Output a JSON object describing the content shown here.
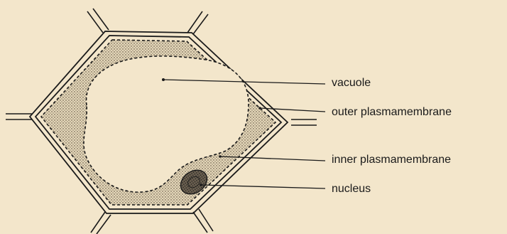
{
  "labels": {
    "vacuole": "vacuole",
    "outer_membrane": "outer plasmamembrane",
    "inner_membrane": "inner plasmamembrane",
    "nucleus": "nucleus"
  },
  "colors": {
    "background": "#f3e6cb",
    "line": "#1a1a1a",
    "cytoplasm": "#ded0b2"
  }
}
